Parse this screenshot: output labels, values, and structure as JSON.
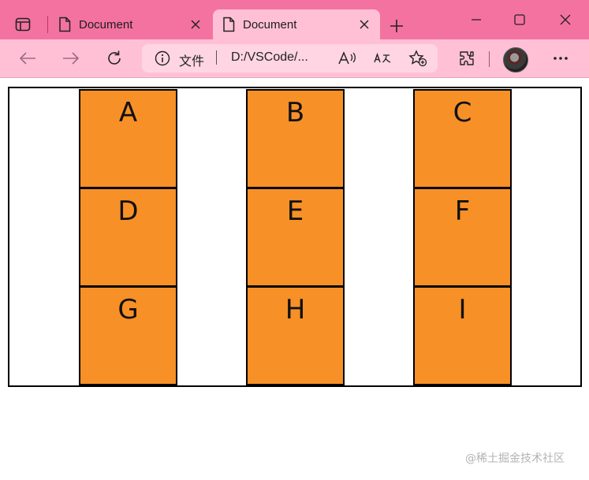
{
  "browser": {
    "tabs": [
      {
        "title": "Document",
        "active": false
      },
      {
        "title": "Document",
        "active": true
      }
    ],
    "address_bar": {
      "label": "文件",
      "url": "D:/VSCode/..."
    },
    "icons": [
      "tab-actions-icon",
      "page-icon",
      "close-icon",
      "new-tab-icon",
      "minimize-icon",
      "maximize-icon",
      "window-close-icon",
      "back-icon",
      "forward-icon",
      "refresh-icon",
      "info-icon",
      "read-aloud-icon",
      "translate-icon",
      "favorite-add-icon",
      "extensions-icon",
      "more-icon"
    ],
    "theme": {
      "tabstrip": "#f472a0",
      "toolbar": "#ffc0d6",
      "address": "#ffd5e3"
    }
  },
  "page": {
    "grid": {
      "items": [
        "A",
        "B",
        "C",
        "D",
        "E",
        "F",
        "G",
        "H",
        "I"
      ],
      "cell_color": "#f79027",
      "border_color": "#000000"
    },
    "watermark": "@稀土掘金技术社区"
  }
}
